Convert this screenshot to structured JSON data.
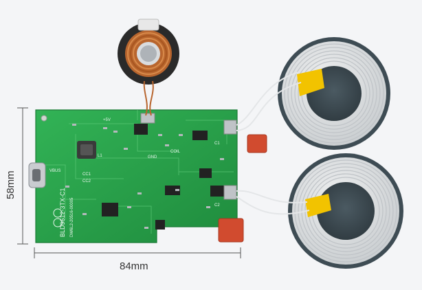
{
  "photo": {
    "background": "#f4f5f7",
    "pcb_color": "#2aa14a",
    "copper_color": "#b8652e",
    "ferrite_color": "#3e4c54",
    "connector_tape_color": "#f2c300",
    "capacitor_color": "#d14b2f"
  },
  "dimensions": {
    "width_label": "84mm",
    "height_label": "58mm"
  },
  "board": {
    "model": "BLD9612-3TX-C1",
    "secondary_marking": "DW6L2-20516-00005",
    "silkscreen": [
      "+5V",
      "GND",
      "COIL",
      "VBUS",
      "CC1",
      "CC2",
      "C1",
      "C2",
      "L1"
    ]
  },
  "icons": [
    "rx-coil",
    "tx-coil",
    "usb-c-connector",
    "inductor",
    "capacitor"
  ]
}
